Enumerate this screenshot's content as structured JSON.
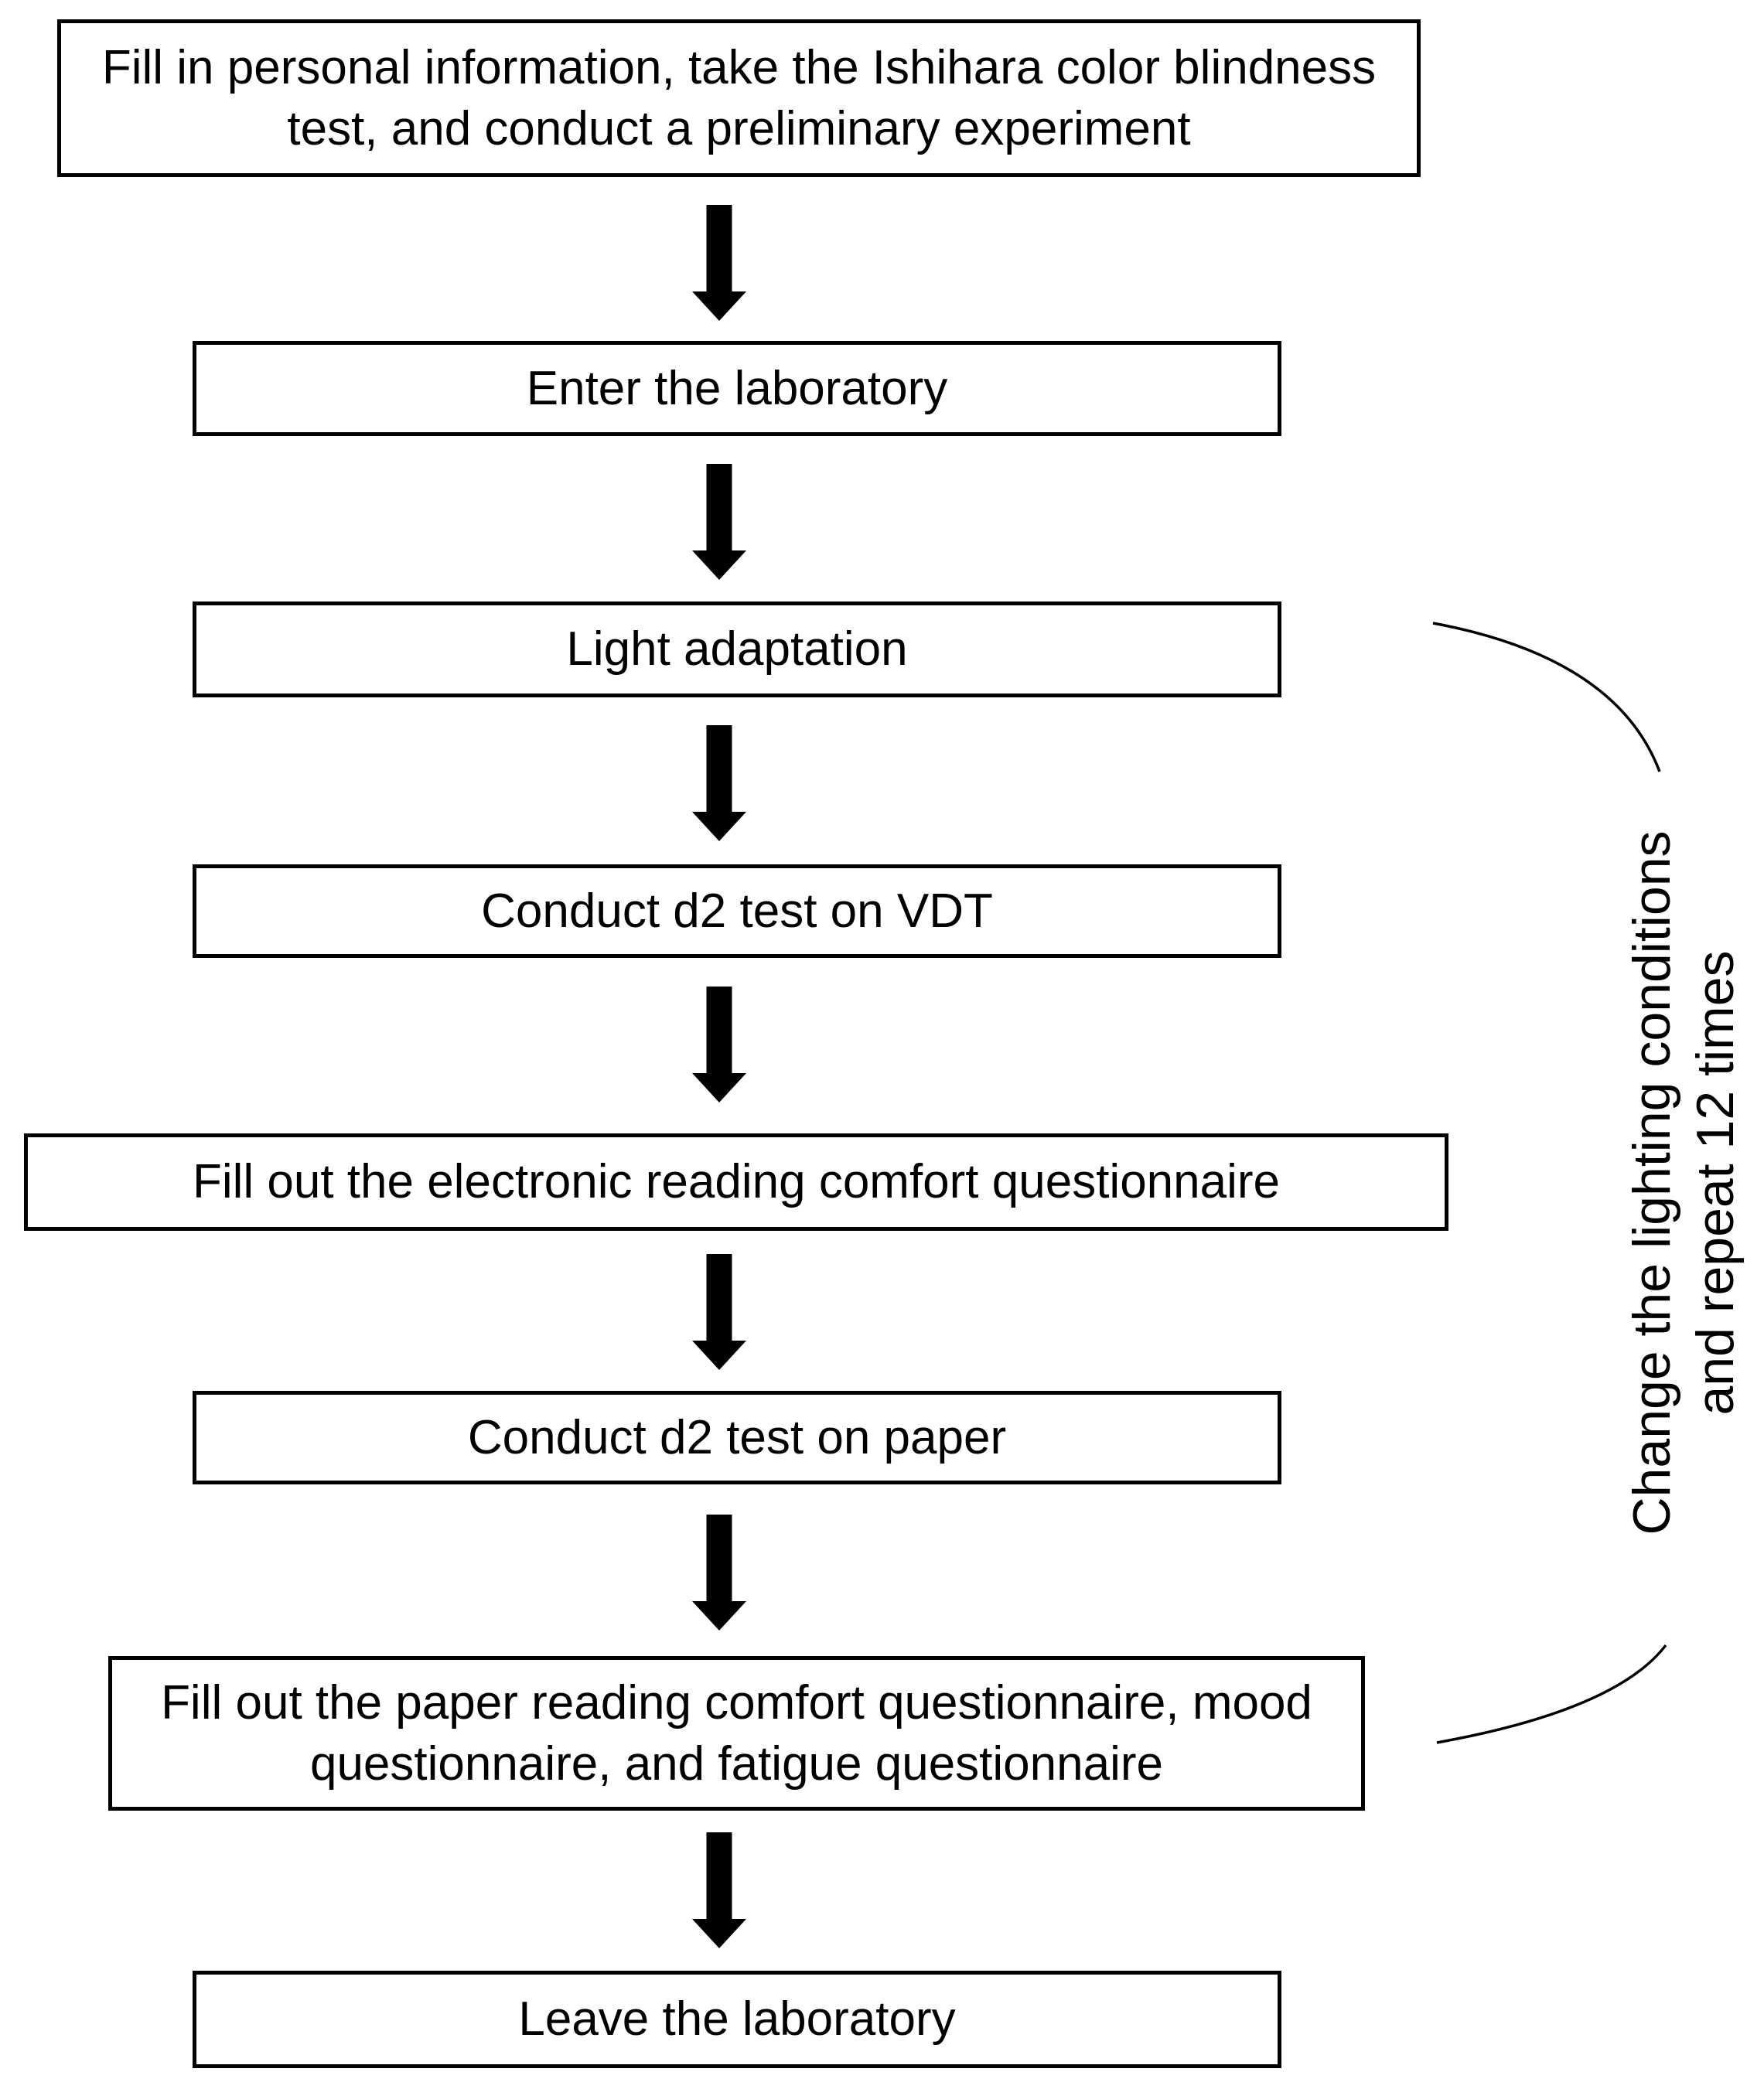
{
  "flow": {
    "steps": [
      {
        "id": "intro",
        "label": "Fill in personal information, take the Ishihara color blindness test, and conduct a preliminary experiment"
      },
      {
        "id": "enter-lab",
        "label": "Enter the laboratory"
      },
      {
        "id": "light-adaptation",
        "label": "Light adaptation"
      },
      {
        "id": "d2-test-vdt",
        "label": "Conduct d2 test on VDT"
      },
      {
        "id": "electronic-questionnaire",
        "label": "Fill out the electronic reading comfort questionnaire"
      },
      {
        "id": "d2-test-paper",
        "label": "Conduct d2 test on paper"
      },
      {
        "id": "paper-questionnaires",
        "label": "Fill out the paper reading comfort questionnaire, mood questionnaire, and fatigue questionnaire"
      },
      {
        "id": "leave-lab",
        "label": "Leave the laboratory"
      }
    ],
    "loop_note": {
      "line1": "Change the lighting conditions",
      "line2": "and repeat 12 times"
    }
  },
  "colors": {
    "ink": "#000000",
    "background": "#ffffff"
  }
}
